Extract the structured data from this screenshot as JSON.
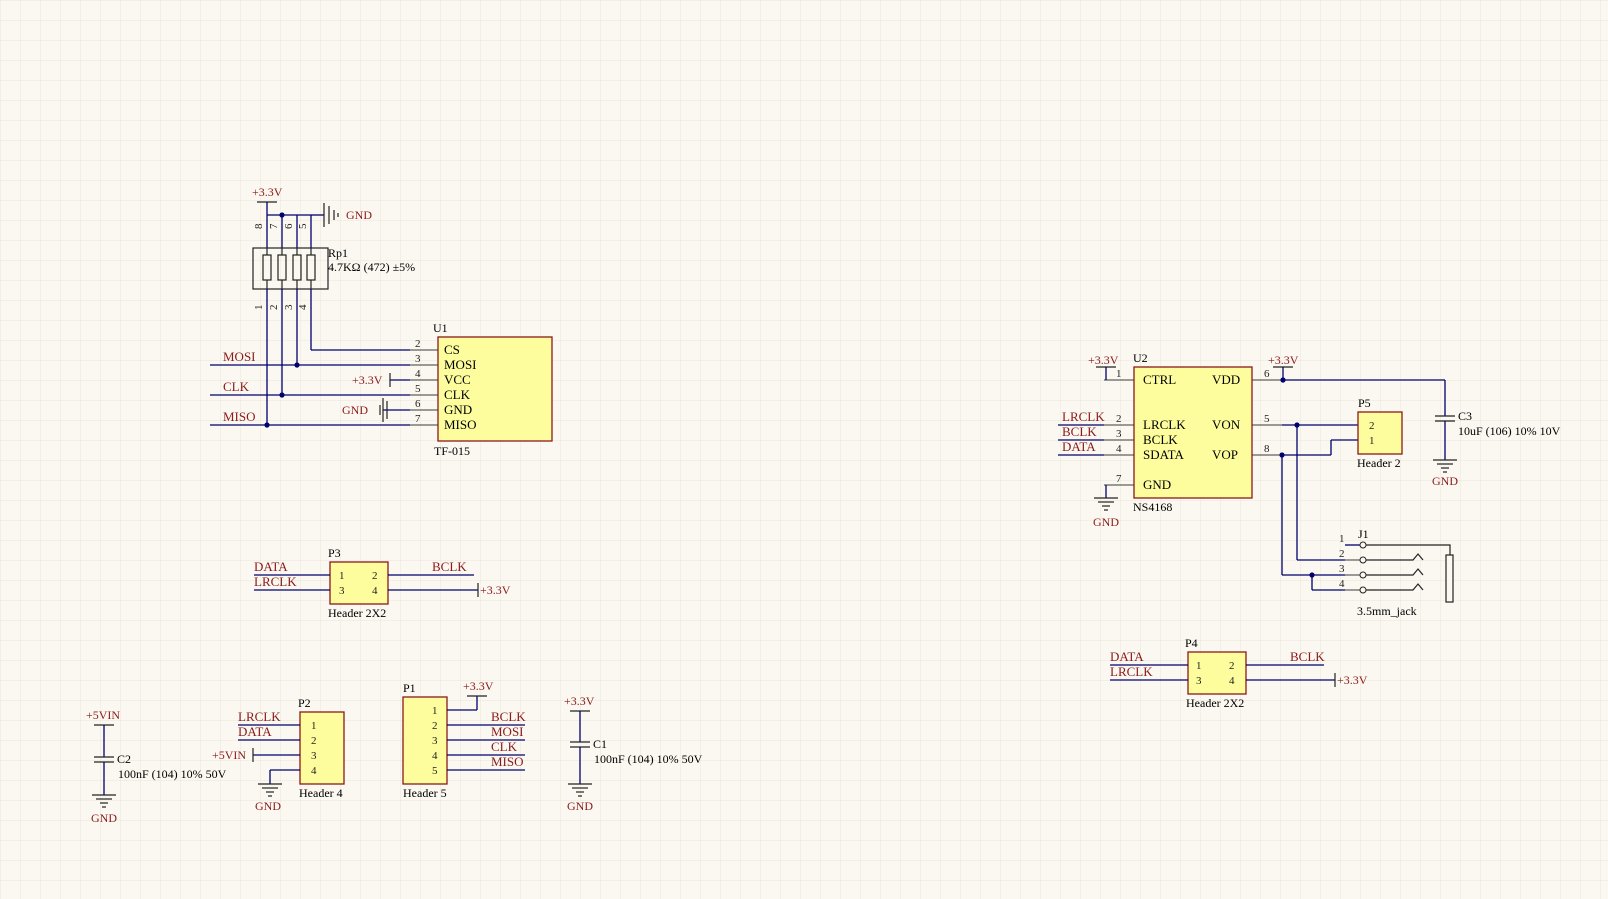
{
  "schematic": {
    "power": {
      "v33": "+3.3V",
      "v5": "+5VIN",
      "gnd": "GND"
    },
    "nets": {
      "mosi": "MOSI",
      "clk": "CLK",
      "miso": "MISO",
      "data": "DATA",
      "lrclk": "LRCLK",
      "bclk": "BCLK"
    },
    "rp1": {
      "designator": "Rp1",
      "value": "4.7KΩ (472) ±5%",
      "pins_top": [
        "8",
        "7",
        "6",
        "5"
      ],
      "pins_bottom": [
        "1",
        "2",
        "3",
        "4"
      ]
    },
    "u1": {
      "designator": "U1",
      "part": "TF-015",
      "pins": [
        {
          "num": "2",
          "name": "CS"
        },
        {
          "num": "3",
          "name": "MOSI"
        },
        {
          "num": "4",
          "name": "VCC"
        },
        {
          "num": "5",
          "name": "CLK"
        },
        {
          "num": "6",
          "name": "GND"
        },
        {
          "num": "7",
          "name": "MISO"
        }
      ]
    },
    "u2": {
      "designator": "U2",
      "part": "NS4168",
      "left_pins": [
        {
          "num": "1",
          "name": "CTRL"
        },
        {
          "num": "2",
          "name": "LRCLK"
        },
        {
          "num": "3",
          "name": "BCLK"
        },
        {
          "num": "4",
          "name": "SDATA"
        },
        {
          "num": "7",
          "name": "GND"
        }
      ],
      "right_pins": [
        {
          "num": "6",
          "name": "VDD"
        },
        {
          "num": "5",
          "name": "VON"
        },
        {
          "num": "8",
          "name": "VOP"
        }
      ]
    },
    "p5": {
      "designator": "P5",
      "part": "Header 2",
      "pins": [
        "2",
        "1"
      ]
    },
    "c3": {
      "designator": "C3",
      "value": "10uF (106) 10% 10V"
    },
    "j1": {
      "designator": "J1",
      "part": "3.5mm_jack",
      "pins": [
        "1",
        "2",
        "3",
        "4"
      ]
    },
    "p3": {
      "designator": "P3",
      "part": "Header 2X2",
      "pins": [
        "1",
        "2",
        "3",
        "4"
      ]
    },
    "p4": {
      "designator": "P4",
      "part": "Header 2X2",
      "pins": [
        "1",
        "2",
        "3",
        "4"
      ]
    },
    "p2": {
      "designator": "P2",
      "part": "Header 4",
      "pins": [
        "1",
        "2",
        "3",
        "4"
      ]
    },
    "p1": {
      "designator": "P1",
      "part": "Header 5",
      "pins": [
        "1",
        "2",
        "3",
        "4",
        "5"
      ]
    },
    "c2": {
      "designator": "C2",
      "value": "100nF (104) 10% 50V"
    },
    "c1": {
      "designator": "C1",
      "value": "100nF (104) 10% 50V"
    }
  },
  "colors": {
    "background": "#fbf8f1",
    "grid": "#ebe6dc",
    "wire": "#00006e",
    "component_fill": "#fdfd9d",
    "component_border": "#8b1a1a",
    "label": "#8b1a1a"
  }
}
